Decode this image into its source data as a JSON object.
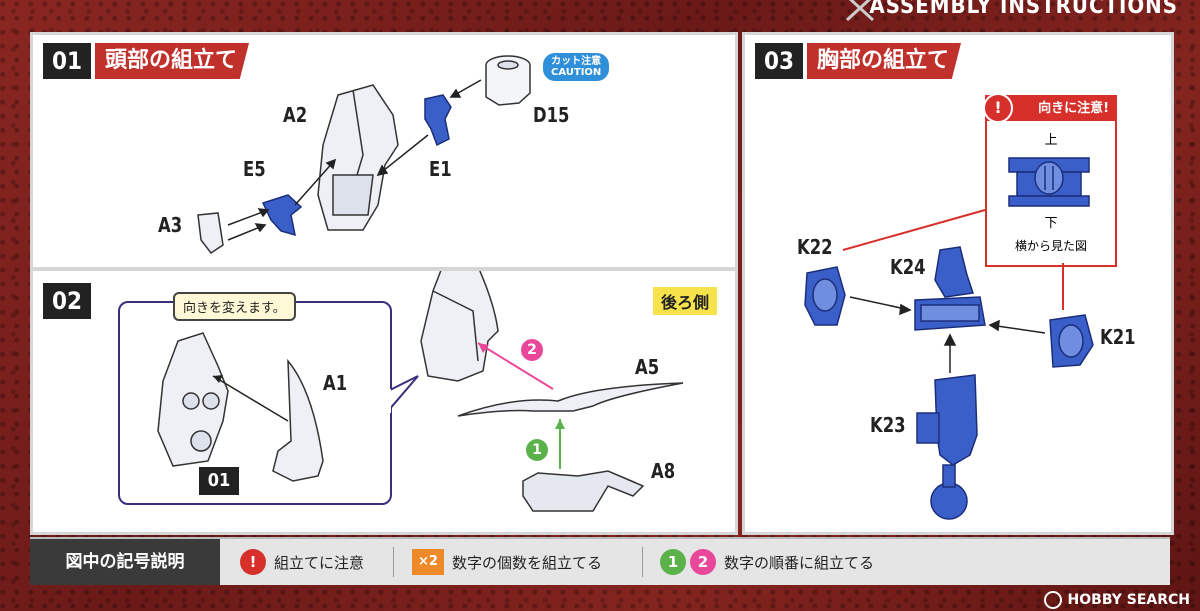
{
  "header": {
    "title": "ASSEMBLY INSTRUCTIONS"
  },
  "steps": [
    {
      "number": "01",
      "title": "頭部の組立て"
    },
    {
      "number": "02"
    },
    {
      "number": "03",
      "title": "胸部の組立て"
    }
  ],
  "step1": {
    "labels": {
      "a2": "A2",
      "e5": "E5",
      "a3": "A3",
      "e1": "E1",
      "d15": "D15"
    },
    "caution_jp": "カット注意",
    "caution_en": "CAUTION"
  },
  "step2": {
    "callout": "向きを変えます。",
    "ref_step": "01",
    "back_side": "後ろ側",
    "labels": {
      "a1": "A1",
      "a5": "A5",
      "a8": "A8"
    },
    "order_1": "1",
    "order_2": "2"
  },
  "step3": {
    "warning_title": "向きに注意!",
    "top": "上",
    "bottom": "下",
    "side_view": "横から見た図",
    "labels": {
      "k22": "K22",
      "k24": "K24",
      "k21": "K21",
      "k23": "K23"
    }
  },
  "legend": {
    "title": "図中の記号説明",
    "item1_symbol": "!",
    "item1_text": "組立てに注意",
    "item2_symbol": "×2",
    "item2_text": "数字の個数を組立てる",
    "item3_symbol_1": "1",
    "item3_symbol_2": "2",
    "item3_text": "数字の順番に組立てる"
  },
  "watermark": "HOBBY SEARCH",
  "colors": {
    "background": "#7a1f1c",
    "title_red": "#c0312c",
    "part_blue": "#3a5fc8",
    "caution_blue": "#2f8fd8",
    "order1_green": "#5cb24a",
    "order2_pink": "#e8479a",
    "warning_red": "#d7302b",
    "multiply_orange": "#ef8a2a",
    "callout_purple": "#3b2e7a"
  }
}
